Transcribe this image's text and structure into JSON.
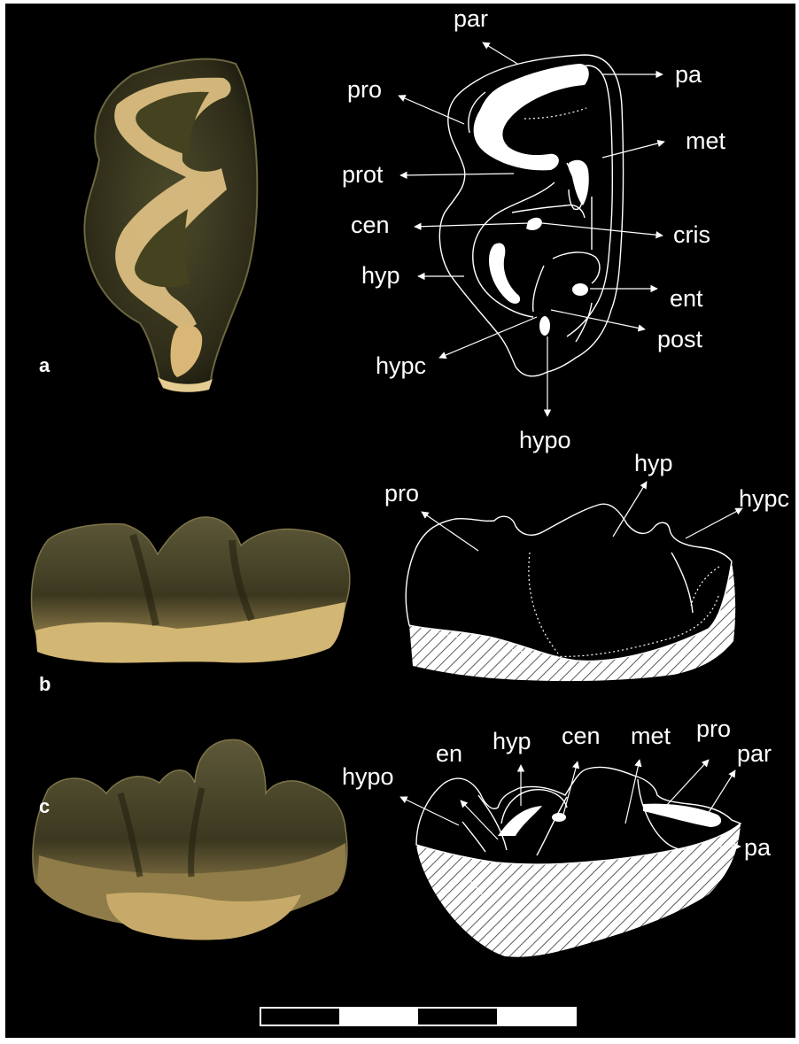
{
  "panels": {
    "a": {
      "letter": "a",
      "labels": {
        "par": "par",
        "pa": "pa",
        "pro": "pro",
        "met": "met",
        "prot": "prot",
        "cen": "cen",
        "cris": "cris",
        "hyp": "hyp",
        "ent": "ent",
        "post": "post",
        "hypc": "hypc",
        "hypo": "hypo"
      }
    },
    "b": {
      "letter": "b",
      "labels": {
        "pro": "pro",
        "hyp": "hyp",
        "hypc": "hypc"
      }
    },
    "c": {
      "letter": "c",
      "labels": {
        "hypo": "hypo",
        "en": "en",
        "hyp": "hyp",
        "cen": "cen",
        "met": "met",
        "pro": "pro",
        "par": "par",
        "pa": "pa"
      }
    }
  },
  "colors": {
    "background": "#000000",
    "line": "#ffffff",
    "enamel": "#e7c98a",
    "tooth": "#3a3a20"
  }
}
